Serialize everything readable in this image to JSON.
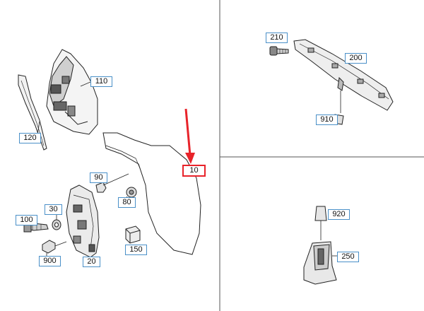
{
  "callouts": {
    "c10": "10",
    "c20": "20",
    "c30": "30",
    "c80": "80",
    "c90": "90",
    "c100": "100",
    "c110": "110",
    "c120": "120",
    "c150": "150",
    "c200": "200",
    "c210": "210",
    "c250": "250",
    "c900": "900",
    "c910": "910",
    "c920": "920"
  },
  "colors": {
    "highlight": "#e8232a",
    "callout_border": "#4a90c8",
    "line": "#222222",
    "divider": "#555555"
  },
  "highlighted_part": "10"
}
